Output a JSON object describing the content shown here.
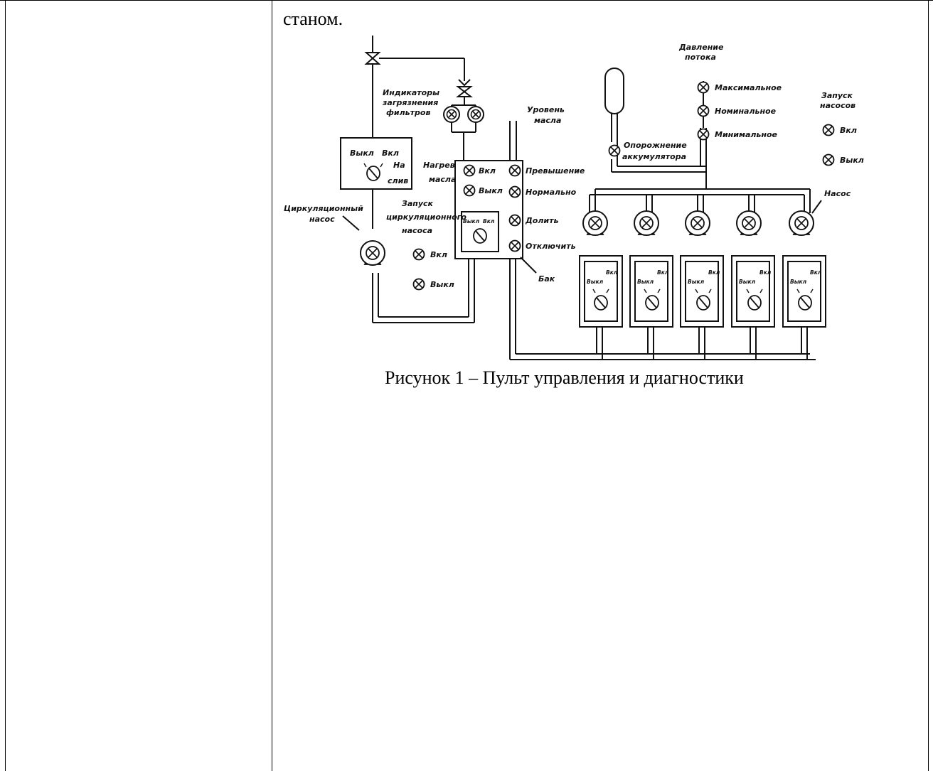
{
  "document": {
    "lead_text": "станом.",
    "caption": "Рисунок 1 – Пульт управления и диагностики"
  },
  "diagram": {
    "labels": {
      "indicators": [
        "Индикаторы",
        "загрязнения",
        "фильтров"
      ],
      "oil_level": [
        "Уровень",
        "масла"
      ],
      "flow_pressure": [
        "Давление",
        "потока"
      ],
      "max": "Максимальное",
      "nominal": "Номинальное",
      "min": "Минимальное",
      "pump_start": [
        "Запуск",
        "насосов"
      ],
      "on": "Вкл",
      "off": "Выкл",
      "to_drain": [
        "На",
        "слив"
      ],
      "oil_heating": [
        "Нагрев",
        "масла"
      ],
      "circ_pump": [
        "Циркуляционный",
        "насос"
      ],
      "circ_start": [
        "Запуск",
        "циркуляционного",
        "насоса"
      ],
      "excess": "Превышение",
      "normal": "Нормально",
      "top_up": "Долить",
      "disable": "Отключить",
      "tank": "Бак",
      "accum_empty": [
        "Опорожнение",
        "аккумулятора"
      ],
      "pump": "Насос",
      "unit_on": "Вкл",
      "unit_off": "Выкл"
    }
  }
}
